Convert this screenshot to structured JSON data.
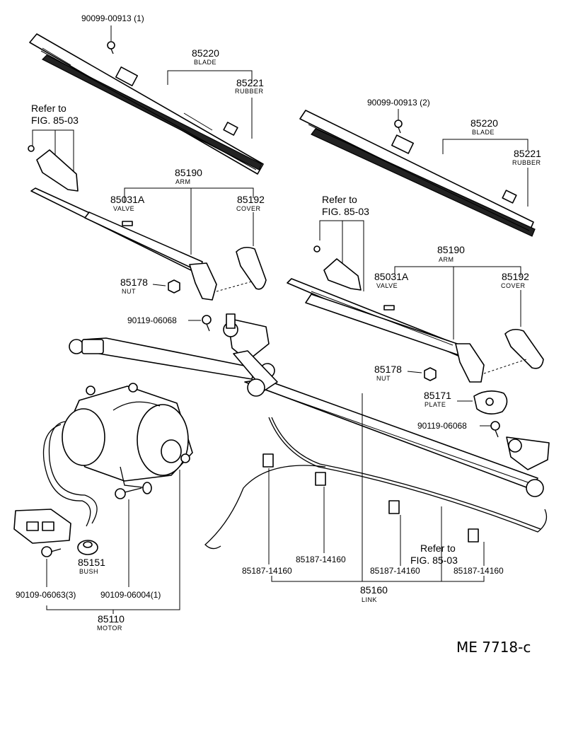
{
  "top_bolt": {
    "text": "90099-00913 (1)"
  },
  "right_bolt": {
    "text": "90099-00913 (2)"
  },
  "left_blade": {
    "number": "85220",
    "name": "BLADE"
  },
  "left_rubber": {
    "number": "85221",
    "name": "RUBBER"
  },
  "right_blade": {
    "number": "85220",
    "name": "BLADE"
  },
  "right_rubber": {
    "number": "85221",
    "name": "RUBBER"
  },
  "left_refer": {
    "line1": "Refer to",
    "line2": "FIG. 85-03"
  },
  "right_refer": {
    "line1": "Refer to",
    "line2": "FIG. 85-03"
  },
  "bottom_refer": {
    "line1": "Refer to",
    "line2": "FIG. 85-03"
  },
  "left_arm": {
    "number": "85190",
    "name": "ARM"
  },
  "right_arm": {
    "number": "85190",
    "name": "ARM"
  },
  "left_valve": {
    "number": "85031A",
    "name": "VALVE"
  },
  "right_valve": {
    "number": "85031A",
    "name": "VALVE"
  },
  "left_cover": {
    "number": "85192",
    "name": "COVER"
  },
  "right_cover": {
    "number": "85192",
    "name": "COVER"
  },
  "left_nut": {
    "number": "85178",
    "name": "NUT"
  },
  "right_nut": {
    "number": "85178",
    "name": "NUT"
  },
  "left_bolt": {
    "text": "90119-06068"
  },
  "right_bolt2": {
    "text": "90119-06068"
  },
  "plate": {
    "number": "85171",
    "name": "PLATE"
  },
  "bush": {
    "number": "85151",
    "name": "BUSH"
  },
  "motor_bolt_a": {
    "text": "90109-06063(3)"
  },
  "motor_bolt_b": {
    "text": "90109-06004(1)"
  },
  "motor": {
    "number": "85110",
    "name": "MOTOR"
  },
  "clip_a": {
    "text": "85187-14160"
  },
  "clip_b": {
    "text": "85187-14160"
  },
  "clip_c": {
    "text": "85187-14160"
  },
  "clip_d": {
    "text": "85187-14160"
  },
  "link": {
    "number": "85160",
    "name": "LINK"
  },
  "drawing_code": {
    "text": "ME 7718-c"
  }
}
